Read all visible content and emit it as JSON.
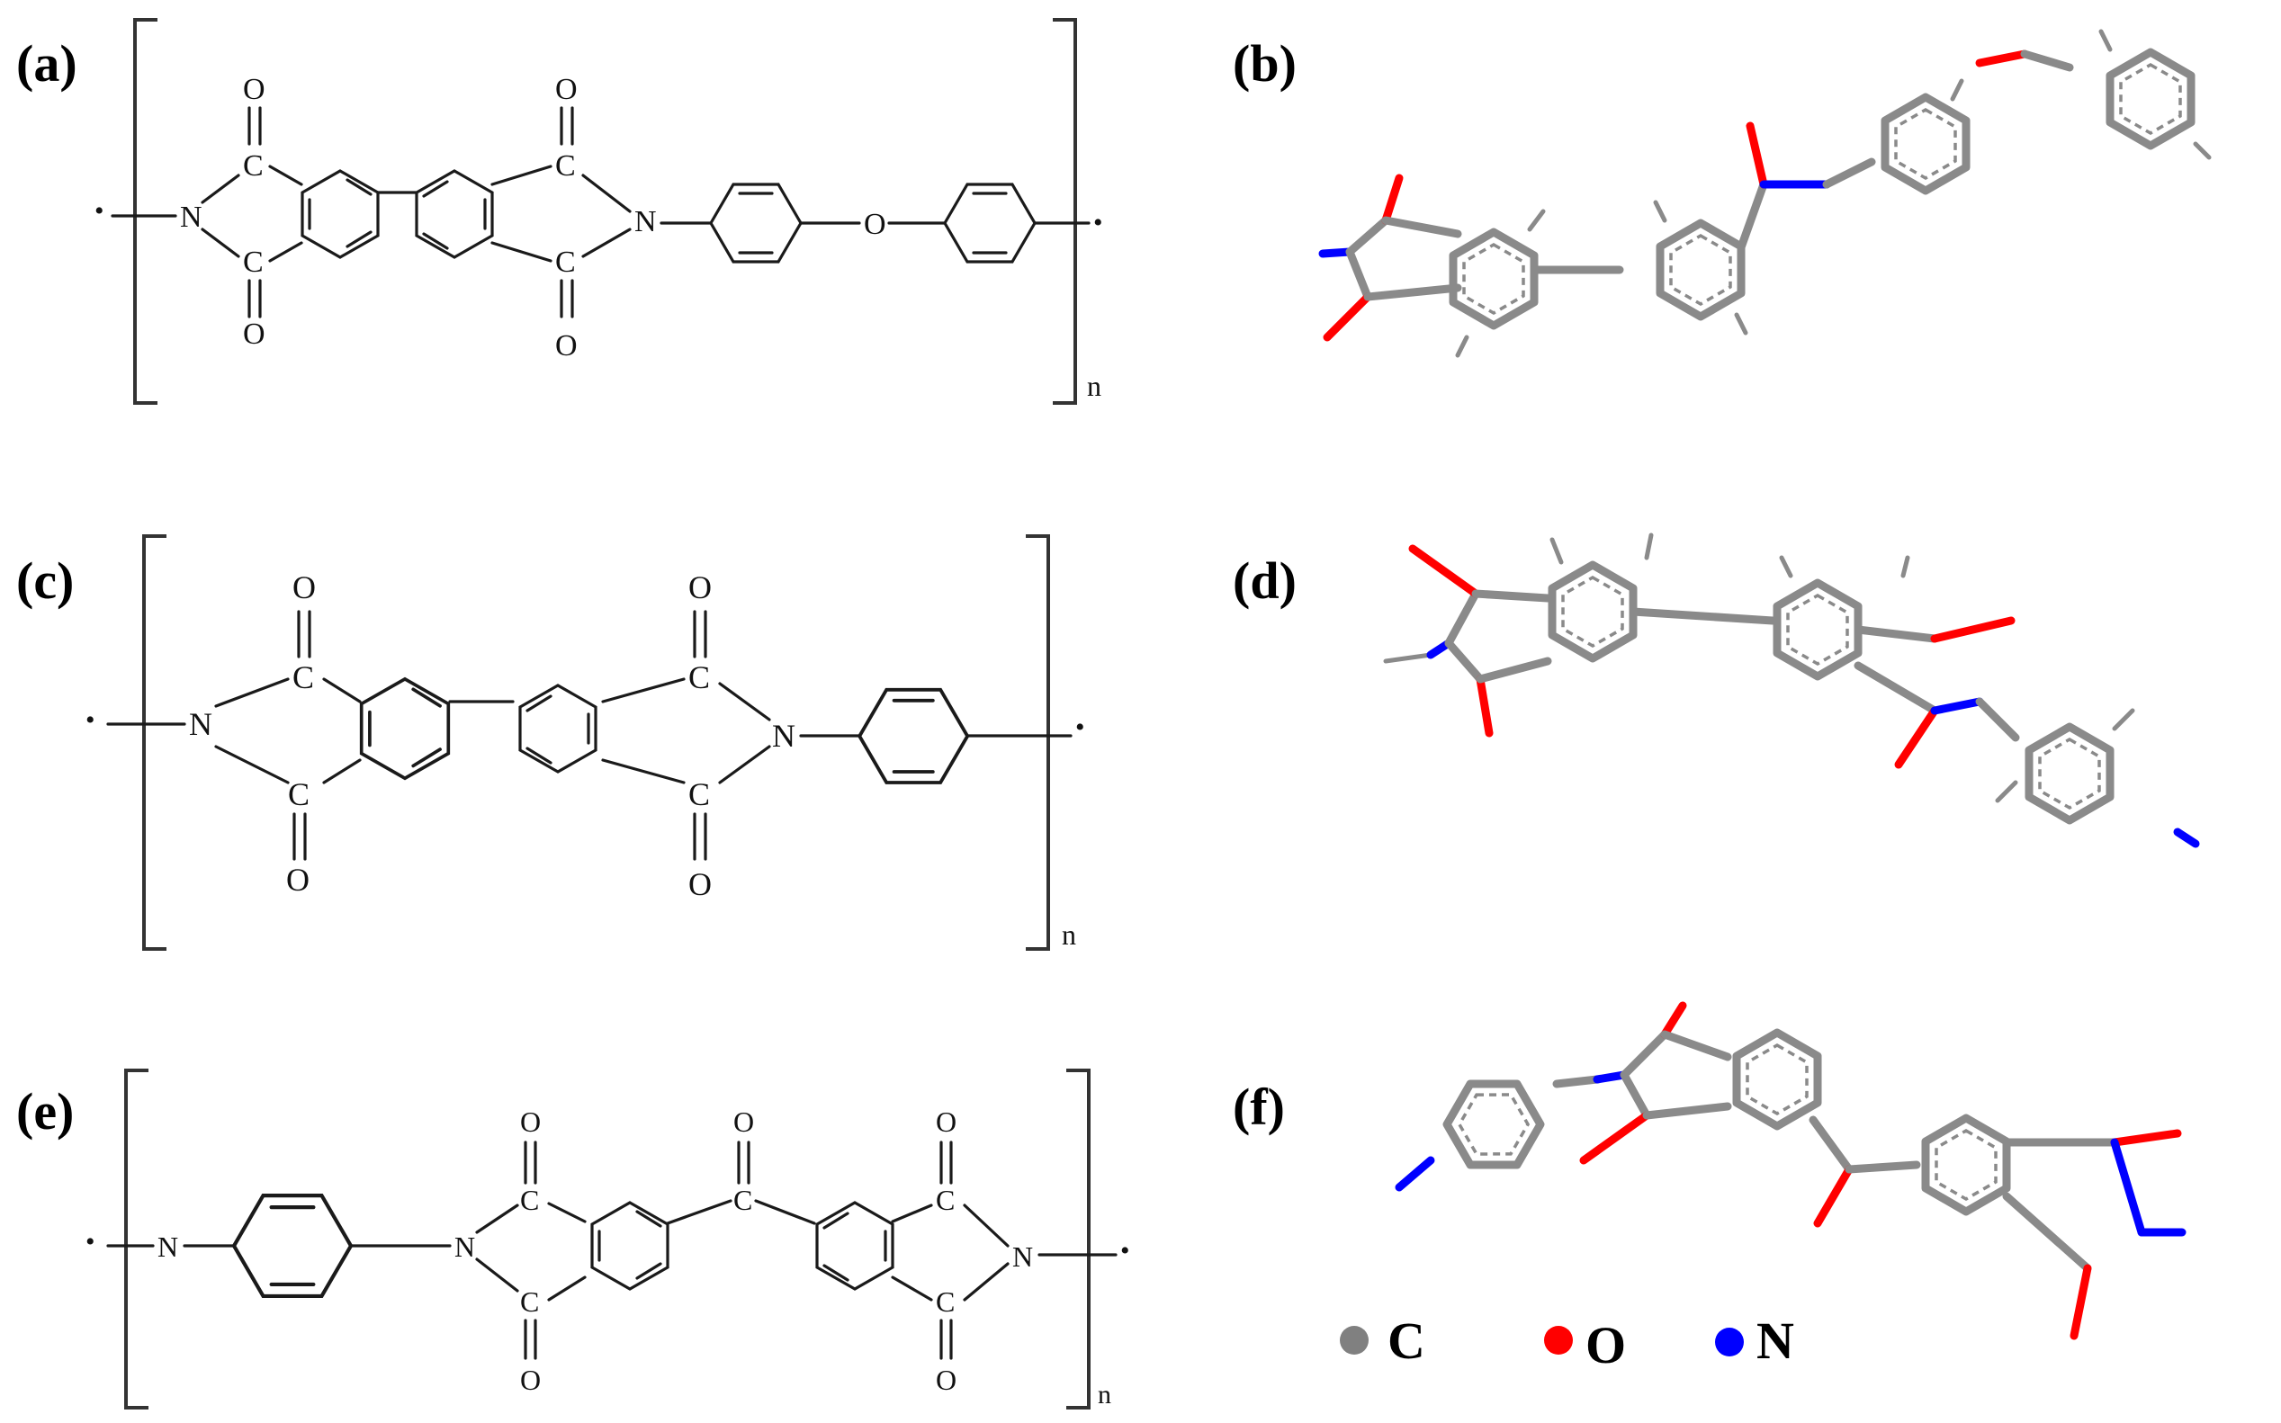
{
  "panels": {
    "a": {
      "label": "(a)"
    },
    "b": {
      "label": "(b)"
    },
    "c": {
      "label": "(c)"
    },
    "d": {
      "label": "(d)"
    },
    "e": {
      "label": "(e)"
    },
    "f": {
      "label": "(f)"
    }
  },
  "atoms": {
    "carbon": "C",
    "oxygen": "O",
    "nitrogen": "N",
    "repeat": "n",
    "end": "•"
  },
  "legend": [
    {
      "symbol": "C",
      "color": "#808080"
    },
    {
      "symbol": "O",
      "color": "#ff0000"
    },
    {
      "symbol": "N",
      "color": "#0000ff"
    }
  ],
  "colors": {
    "carbon_bond": "#8a8a8a",
    "oxygen": "#ff0000",
    "nitrogen": "#0000ff"
  }
}
